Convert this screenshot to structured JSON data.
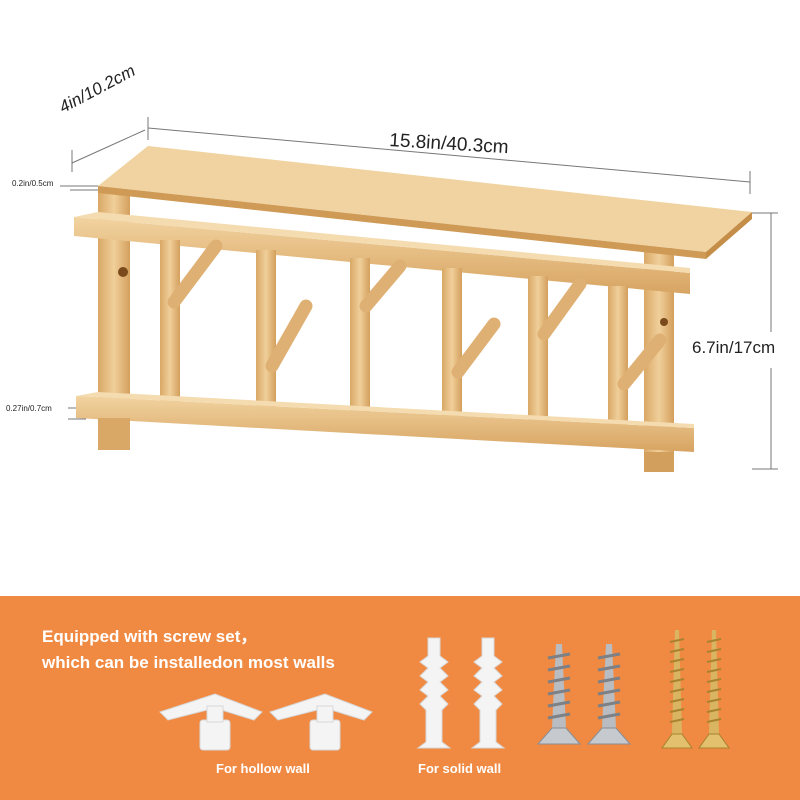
{
  "dimensions": {
    "width": "15.8in/40.3cm",
    "depth": "4in/10.2cm",
    "height": "6.7in/17cm",
    "top_thickness": "0.2in/0.5cm",
    "rail_thickness": "0.27in/0.7cm"
  },
  "panel": {
    "caption_line1": "Equipped with screw set，",
    "caption_line2": "which can be installedon most walls",
    "hollow_label": "For hollow wall",
    "solid_label": "For solid wall"
  },
  "colors": {
    "bamboo": "#e9c38a",
    "bamboo_dark": "#d4a25f",
    "panel": "#f08a43",
    "anchor": "#f4f4f4",
    "screw_silver": "#b9bcc0",
    "screw_gold": "#d9b561"
  },
  "hook_count": 6
}
